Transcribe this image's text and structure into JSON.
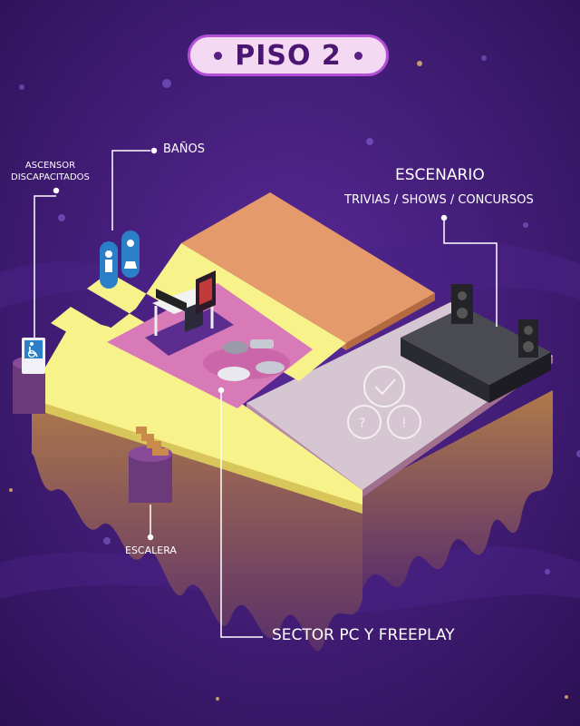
{
  "header": {
    "title": "PISO 2"
  },
  "labels": {
    "elevator_line1": "ASCENSOR",
    "elevator_line2": "DISCAPACITADOS",
    "bathrooms": "BAÑOS",
    "stage_title": "ESCENARIO",
    "stage_subtitle": "TRIVIAS / SHOWS / CONCURSOS",
    "stairs": "ESCALERA",
    "pc_sector": "SECTOR  PC  Y  FREEPLAY"
  },
  "colors": {
    "background": "#3a1a6e",
    "walkway": "#f7f28a",
    "stage_floor": "#d6c6d1",
    "orange_block": "#e59a6c",
    "pc_floor": "#d879b8",
    "title_pill": "#f3d9f2",
    "title_text": "#4a1672"
  },
  "icons": [
    "wheelchair-icon",
    "restroom-person-icon",
    "stairs-icon",
    "speaker-icon",
    "gamepad-icon",
    "checkmark-bubble-icon",
    "question-bubble-icon",
    "exclamation-bubble-icon"
  ]
}
